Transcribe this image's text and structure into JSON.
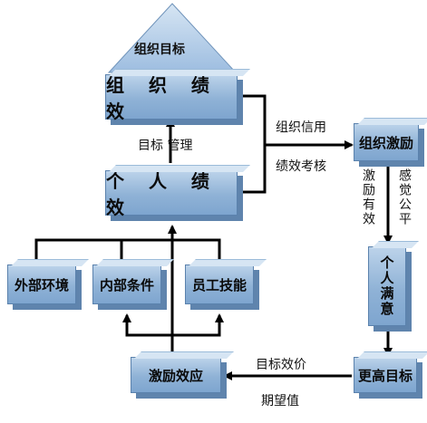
{
  "nodes": {
    "org_goal": "组织目标",
    "org_performance": "组 织 绩 效",
    "personal_performance": "个 人 绩 效",
    "org_incentive": "组织激励",
    "personal_satisfaction": "个人满意",
    "higher_goal": "更高目标",
    "incentive_effect": "激励效应",
    "external_env": "外部环境",
    "internal_cond": "内部条件",
    "staff_skill": "员工技能"
  },
  "edge_labels": {
    "goal_mgmt": "目标  管理",
    "org_credit": "组织信用",
    "perf_review": "绩效考核",
    "effective": "激励有效",
    "fairness": "感觉公平",
    "goal_value": "目标效价",
    "expectation": "期望值"
  }
}
